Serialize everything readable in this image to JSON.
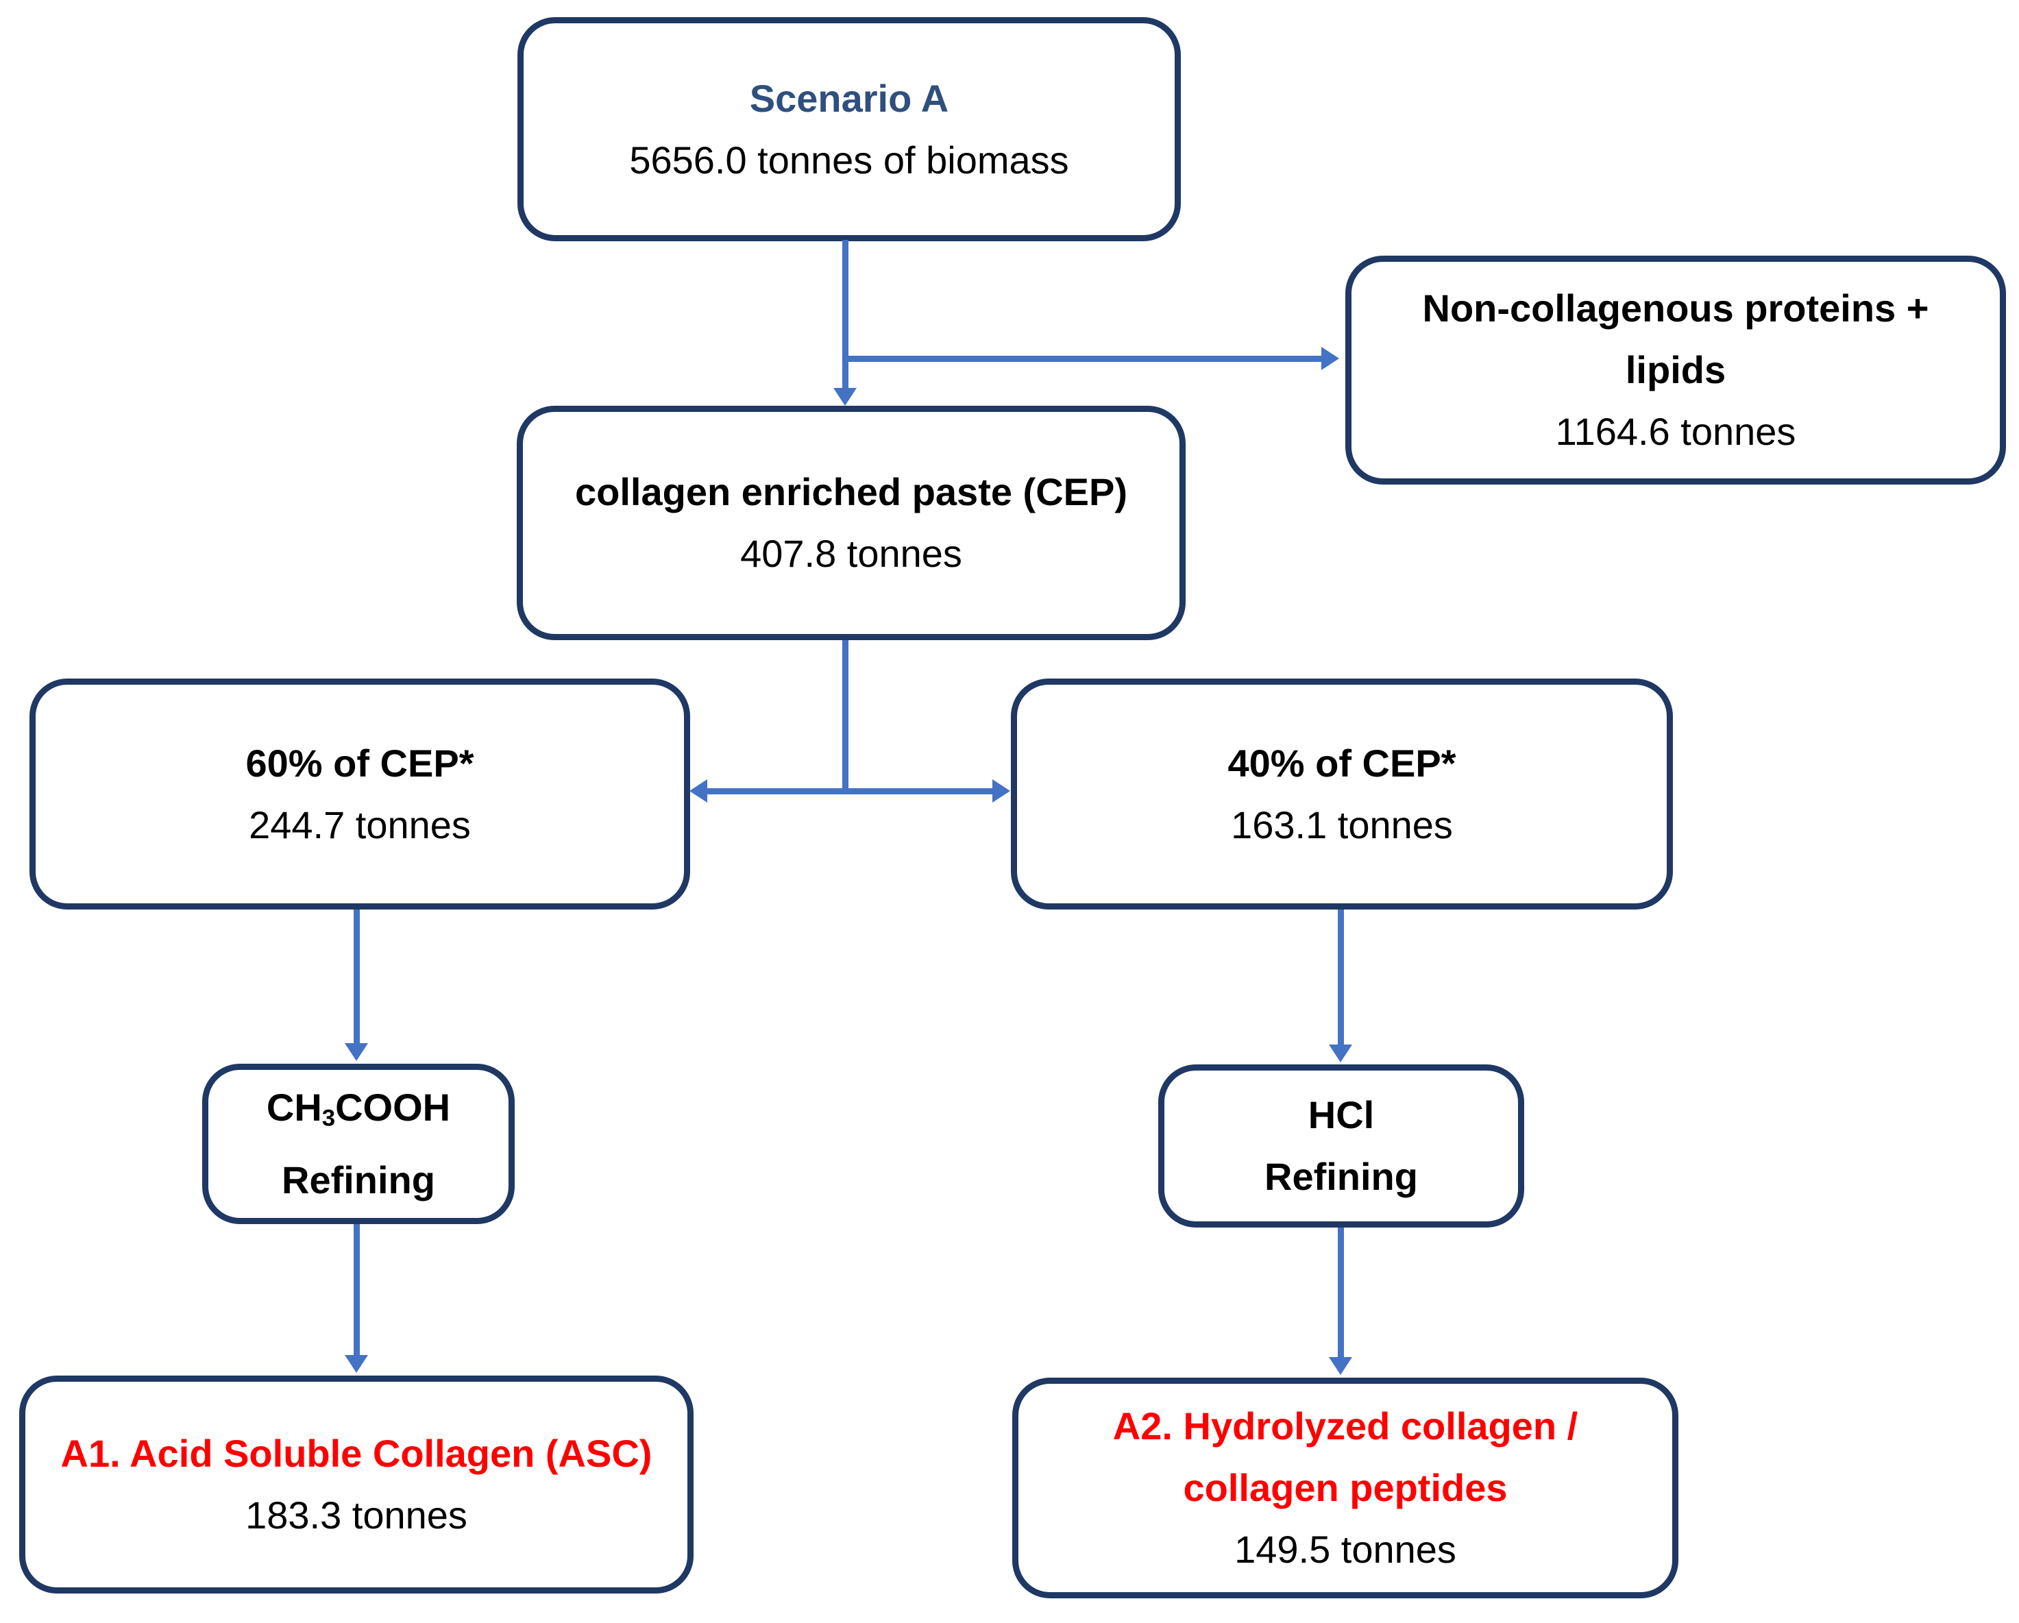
{
  "colors": {
    "box_border": "#1f3864",
    "connector_blue": "#4472c4",
    "scenario_title_blue": "#2f4f7e",
    "product_red": "#ff0000",
    "text_black": "#000000"
  },
  "nodes": {
    "scenario": {
      "title": "Scenario A",
      "value": "5656.0 tonnes of biomass"
    },
    "noncollagenous": {
      "title_line1": "Non-collagenous proteins +",
      "title_line2": "lipids",
      "value": "1164.6 tonnes"
    },
    "cep": {
      "title": "collagen enriched paste (CEP)",
      "value": "407.8 tonnes"
    },
    "cep60": {
      "title": "60% of CEP*",
      "value": "244.7 tonnes"
    },
    "cep40": {
      "title": "40% of CEP*",
      "value": "163.1 tonnes"
    },
    "acetic": {
      "formula_pre": "CH",
      "formula_sub": "3",
      "formula_post": "COOH",
      "line2": "Refining"
    },
    "hcl": {
      "line1": "HCl",
      "line2": "Refining"
    },
    "a1": {
      "title": "A1. Acid Soluble Collagen (ASC)",
      "value": "183.3 tonnes"
    },
    "a2": {
      "title_line1": "A2. Hydrolyzed collagen /",
      "title_line2": "collagen peptides",
      "value": "149.5 tonnes"
    }
  },
  "edges": [
    {
      "from": "scenario",
      "to": "cep",
      "arrow": "down"
    },
    {
      "from": "scenario",
      "to": "noncollagenous",
      "arrow": "right"
    },
    {
      "from": "cep",
      "to": "cep60",
      "arrow": "left"
    },
    {
      "from": "cep",
      "to": "cep40",
      "arrow": "right"
    },
    {
      "from": "cep60",
      "to": "acetic",
      "arrow": "down"
    },
    {
      "from": "acetic",
      "to": "a1",
      "arrow": "down"
    },
    {
      "from": "cep40",
      "to": "hcl",
      "arrow": "down"
    },
    {
      "from": "hcl",
      "to": "a2",
      "arrow": "down"
    }
  ]
}
